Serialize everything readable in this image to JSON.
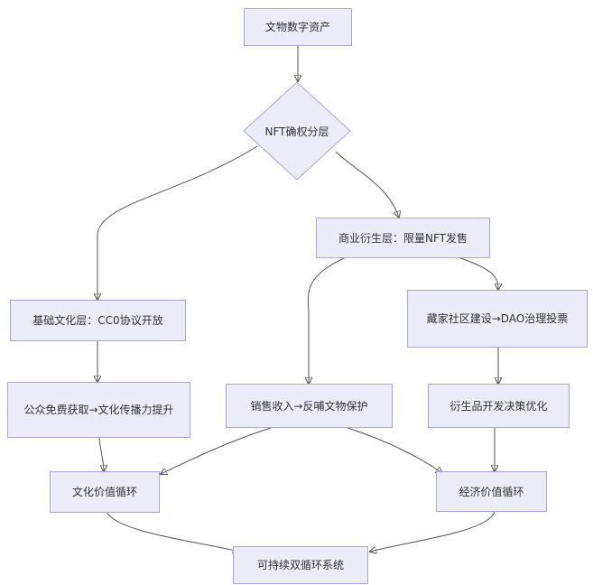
{
  "diagram": {
    "nodes": {
      "n1": "文物数字资产",
      "n2": "NFT确权分层",
      "n3": "商业衍生层：限量NFT发售",
      "n4": "基础文化层：CC0协议开放",
      "n5": "藏家社区建设→DAO治理投票",
      "n6": "公众免费获取→文化传播力提升",
      "n7": "销售收入→反哺文物保护",
      "n8": "衍生品开发决策优化",
      "n9": "文化价值循环",
      "n10": "经济价值循环",
      "n11": "可持续双循环系统"
    },
    "colors": {
      "fill": "#ecebfa",
      "stroke": "#a9a5d6",
      "edge": "#555555"
    }
  }
}
